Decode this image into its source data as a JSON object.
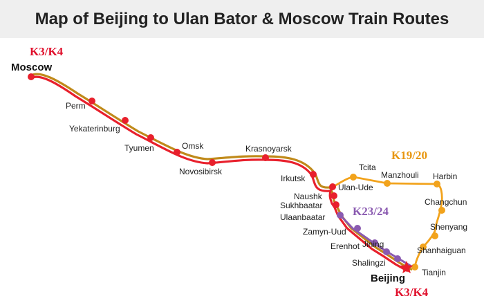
{
  "title": "Map of Beijing to Ulan Bator & Moscow Train Routes",
  "colors": {
    "k3_red": "#e8202c",
    "k19_orange": "#f2a31c",
    "route_olive": "#c08a1a",
    "k23_purple": "#8a5ab0",
    "label_red": "#e0102c",
    "label_orange": "#e8960e",
    "label_purple": "#8a5ab0",
    "background": "#ffffff",
    "title_bar": "#efefef"
  },
  "route_labels": {
    "k3_top": "K3/K4",
    "k3_bottom": "K3/K4",
    "k19": "K19/20",
    "k23": "K23/24"
  },
  "stations": {
    "moscow": "Moscow",
    "perm": "Perm",
    "yekaterinburg": "Yekaterinburg",
    "tyumen": "Tyumen",
    "omsk": "Omsk",
    "novosibirsk": "Novosibirsk",
    "krasnoyarsk": "Krasnoyarsk",
    "irkutsk": "Irkutsk",
    "ulan_ude": "Ulan-Ude",
    "naushk": "Naushk",
    "sukhbaatar": "Sukhbaatar",
    "ulaanbaatar": "Ulaanbaatar",
    "zamyn_uud": "Zamyn-Uud",
    "erenhot": "Erenhot",
    "jining": "Jining",
    "shalingzi": "Shalingzi",
    "beijing": "Beijing",
    "tcita": "Tcita",
    "manzhouli": "Manzhouli",
    "harbin": "Harbin",
    "changchun": "Changchun",
    "shenyang": "Shenyang",
    "shanhaiguan": "Shanhaiguan",
    "tianjin": "Tianjin"
  }
}
